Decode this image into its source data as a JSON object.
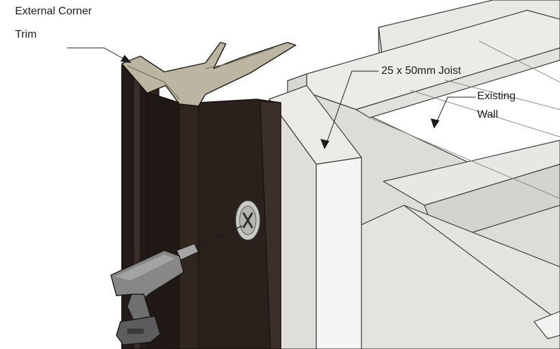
{
  "labels": {
    "trim_line1": "External Corner",
    "trim_line2": "Trim",
    "joist": "25 x 50mm Joist",
    "wall_line1": "Existing",
    "wall_line2": "Wall"
  },
  "colors": {
    "trim_dark": "#2a211d",
    "trim_top": "#bdb6a2",
    "wall_face": "#dcdbd6",
    "wall_top": "#ebeae6",
    "joist_face": "#f4f4f3",
    "drill_body": "#7c7c7c",
    "outline": "#1f1f1f"
  }
}
